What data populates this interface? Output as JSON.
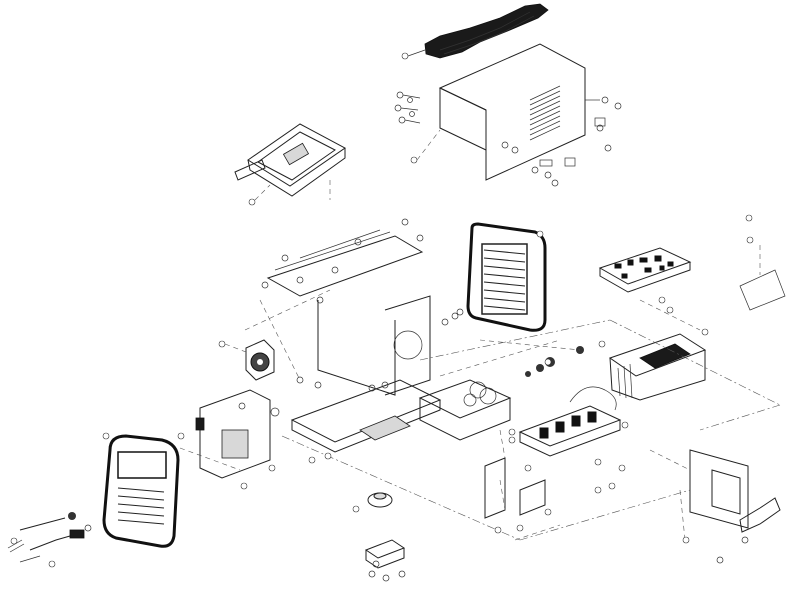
{
  "diagram": {
    "style": "exploded-assembly line drawing",
    "colors": {
      "line": "#222222",
      "background": "#ffffff",
      "fill_dark": "#1a1a1a"
    },
    "parts": [
      {
        "name": "carry-handle"
      },
      {
        "name": "top-cover"
      },
      {
        "name": "control-tray"
      },
      {
        "name": "rear-panel-grille"
      },
      {
        "name": "front-panel"
      },
      {
        "name": "chassis-frame"
      },
      {
        "name": "cooling-fan"
      },
      {
        "name": "control-pcb"
      },
      {
        "name": "heatsink"
      },
      {
        "name": "power-board"
      },
      {
        "name": "transformer-bracket"
      },
      {
        "name": "side-panel"
      },
      {
        "name": "torch-cable"
      },
      {
        "name": "earth-clamp"
      },
      {
        "name": "bushing"
      },
      {
        "name": "mounting-bracket"
      }
    ]
  }
}
